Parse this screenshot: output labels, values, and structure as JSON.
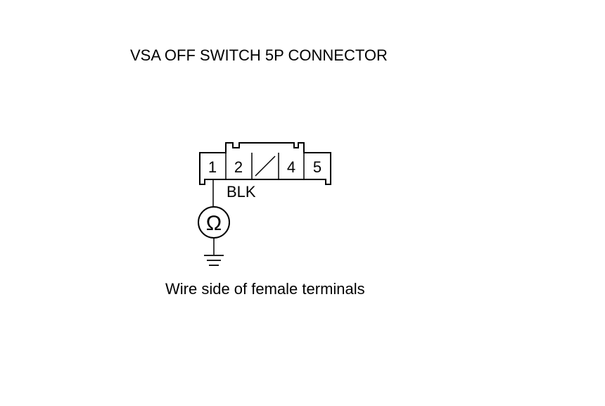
{
  "title": "VSA OFF SWITCH 5P CONNECTOR",
  "connector": {
    "pins": [
      {
        "label": "1"
      },
      {
        "label": "2"
      },
      {
        "label": ""
      },
      {
        "label": "4"
      },
      {
        "label": "5"
      }
    ],
    "wire_color": "BLK"
  },
  "meter_symbol": "Ω",
  "caption": "Wire side of female terminals"
}
